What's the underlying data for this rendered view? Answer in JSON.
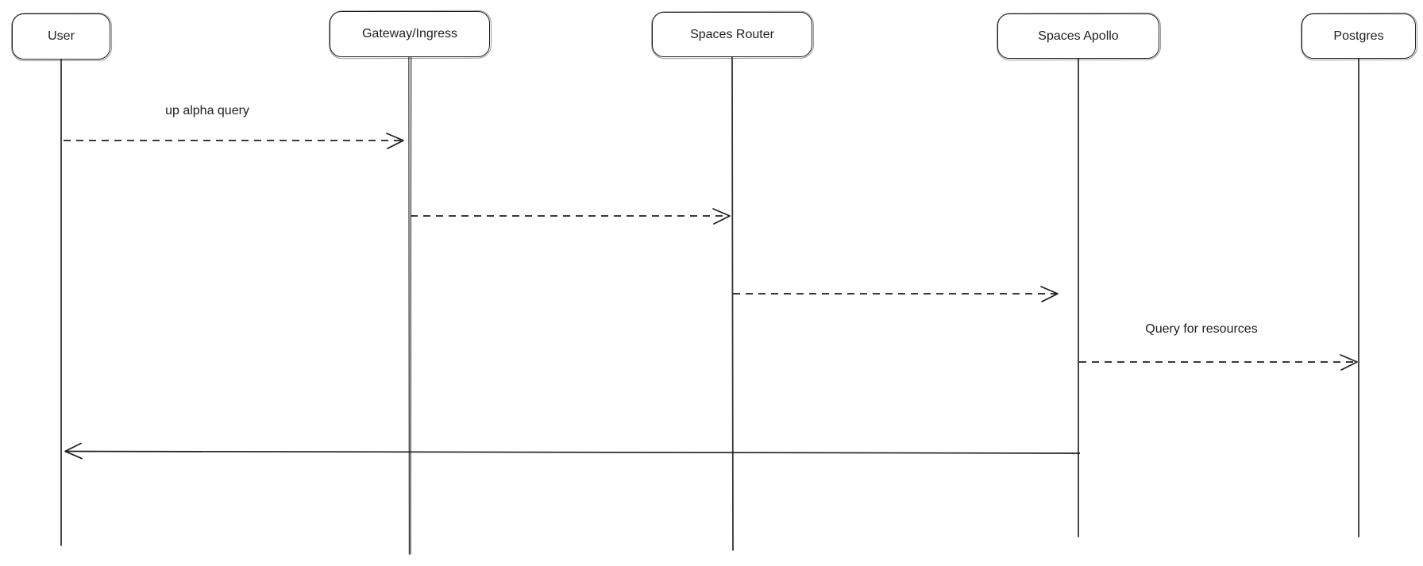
{
  "diagram_type": "sequence-diagram",
  "colors": {
    "background": "#ffffff",
    "shape_stroke": "#1e1e1e",
    "lifeline_stroke": "#343434",
    "text": "#1e1e1e"
  },
  "actors": [
    {
      "label": "User"
    },
    {
      "label": "Gateway/Ingress"
    },
    {
      "label": "Spaces Router"
    },
    {
      "label": "Spaces Apollo"
    },
    {
      "label": "Postgres"
    }
  ],
  "messages": [
    {
      "label": "up alpha query",
      "from": "User",
      "to": "Gateway/Ingress",
      "line_style": "dashed",
      "arrowhead": "open"
    },
    {
      "label": "",
      "from": "Gateway/Ingress",
      "to": "Spaces Router",
      "line_style": "dashed",
      "arrowhead": "open"
    },
    {
      "label": "",
      "from": "Spaces Router",
      "to": "Spaces Apollo",
      "line_style": "dashed",
      "arrowhead": "open"
    },
    {
      "label": "Query for resources",
      "from": "Spaces Apollo",
      "to": "Postgres",
      "line_style": "dashed",
      "arrowhead": "open"
    },
    {
      "label": "",
      "from": "Spaces Apollo",
      "to": "User",
      "line_style": "solid",
      "arrowhead": "open"
    }
  ]
}
